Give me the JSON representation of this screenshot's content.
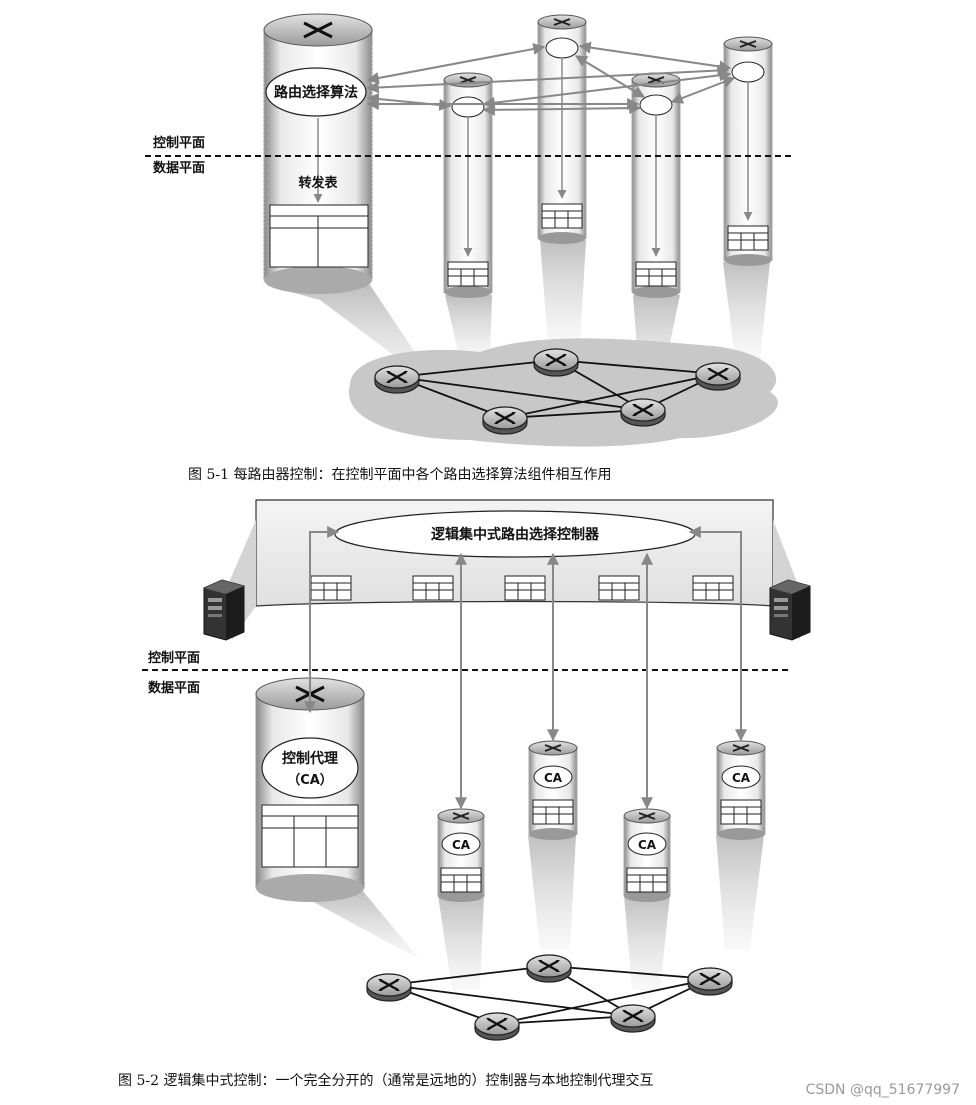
{
  "figure1": {
    "algorithm_label": "路由选择算法",
    "control_plane": "控制平面",
    "data_plane": "数据平面",
    "forwarding_table": "转发表",
    "caption": "图 5-1    每路由器控制：在控制平面中各个路由选择算法组件相互作用"
  },
  "figure2": {
    "controller_label": "逻辑集中式路由选择控制器",
    "control_plane": "控制平面",
    "data_plane": "数据平面",
    "agent_label": "控制代理",
    "agent_abbr": "（CA）",
    "ca": "CA",
    "caption": "图 5-2    逻辑集中式控制：一个完全分开的（通常是远地的）控制器与本地控制代理交互"
  },
  "watermark": "CSDN @qq_51677997"
}
